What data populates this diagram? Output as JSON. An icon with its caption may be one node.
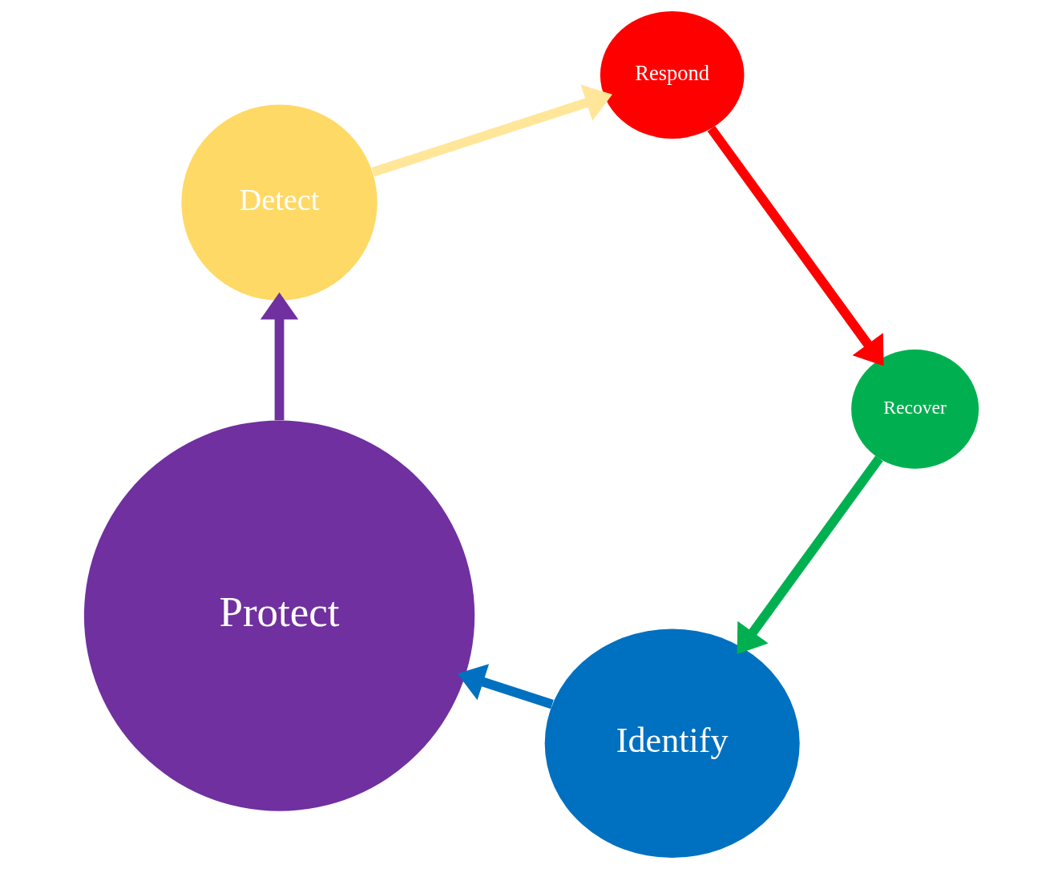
{
  "diagram": {
    "nodes": [
      {
        "text": [
          "Identify"
        ]
      },
      {
        "text": [
          "Protect"
        ]
      },
      {
        "text": [
          "Detect"
        ]
      },
      {
        "text": [
          "Respond"
        ]
      },
      {
        "text": [
          "Recover"
        ]
      }
    ],
    "edges": [
      {
        "from": 0,
        "to": 1,
        "arrow": "to",
        "color": "#0070c0"
      },
      {
        "from": 1,
        "to": 2,
        "arrow": "to",
        "color": "#7030a0"
      },
      {
        "from": 2,
        "to": 3,
        "arrow": "to",
        "color": "#ffe699"
      },
      {
        "from": 3,
        "to": 4,
        "arrow": "to",
        "color": "#ff0000"
      },
      {
        "from": 4,
        "to": 0,
        "arrow": "to",
        "color": "#00b050"
      }
    ]
  }
}
